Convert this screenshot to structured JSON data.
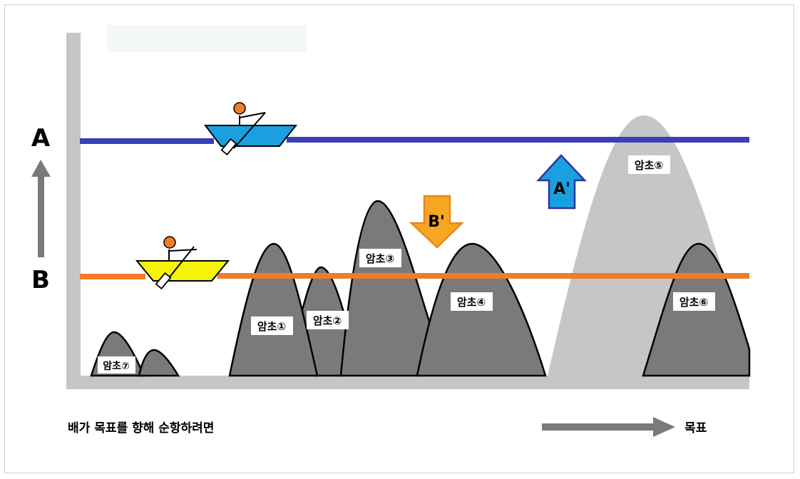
{
  "labels": {
    "level_a": "A",
    "level_b": "B",
    "arrow_a_prime": "A'",
    "arrow_b_prime": "B'",
    "caption_left": "배가 목표를 향해 순항하려면",
    "caption_right": "목표"
  },
  "reefs": [
    {
      "id": "1",
      "label": "암초①"
    },
    {
      "id": "2",
      "label": "암초②"
    },
    {
      "id": "3",
      "label": "암초③"
    },
    {
      "id": "4",
      "label": "암초④"
    },
    {
      "id": "5",
      "label": "암초⑤"
    },
    {
      "id": "6",
      "label": "암초⑥"
    },
    {
      "id": "7",
      "label": "암초⑦"
    }
  ],
  "colors": {
    "line_a": "#3a3fb5",
    "line_b": "#f07c28",
    "rock_dark": "#7a7a7a",
    "rock_light": "#c6c6c6",
    "axis": "#c6c6c6",
    "boat_a": "#1aa0e0",
    "boat_b": "#f7f20a",
    "arrow_up": "#1aa0e0",
    "arrow_down": "#f5a623",
    "person": "#f07c28",
    "goal_arrow": "#7a7a7a",
    "level_arrow": "#7a7a7a"
  },
  "icons": [
    "boat-icon",
    "person-icon",
    "oar-icon",
    "up-arrow-icon",
    "down-arrow-icon",
    "right-arrow-icon"
  ]
}
